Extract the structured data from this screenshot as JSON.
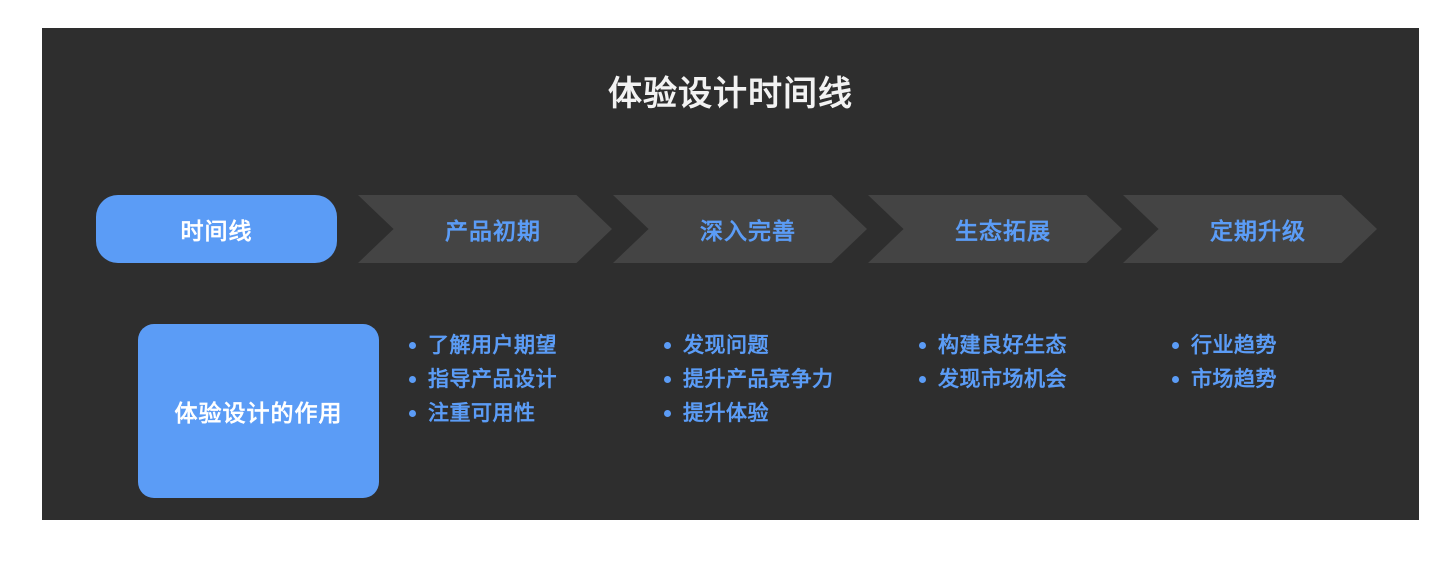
{
  "slide": {
    "title": "体验设计时间线",
    "background_color": "#2e2e2e",
    "accent_color": "#5b9cf6",
    "title_color": "#f2f2f2",
    "chevron_color": "#444444"
  },
  "stage_row": {
    "label_cell": "时间线",
    "stages": [
      {
        "label": "产品初期"
      },
      {
        "label": "深入完善"
      },
      {
        "label": "生态拓展"
      },
      {
        "label": "定期升级"
      }
    ]
  },
  "role_row": {
    "label_cell": "体验设计的作用",
    "columns": [
      {
        "items": [
          "了解用户期望",
          "指导产品设计",
          "注重可用性"
        ]
      },
      {
        "items": [
          "发现问题",
          "提升产品竞争力",
          "提升体验"
        ]
      },
      {
        "items": [
          "构建良好生态",
          "发现市场机会"
        ]
      },
      {
        "items": [
          "行业趋势",
          "市场趋势"
        ]
      }
    ]
  }
}
